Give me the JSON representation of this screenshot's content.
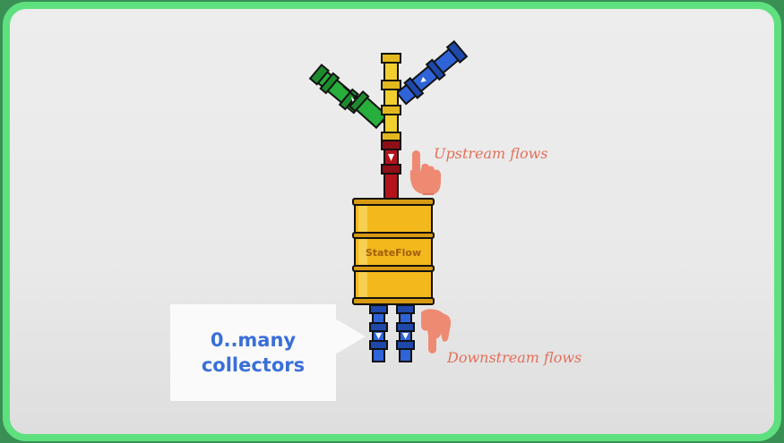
{
  "barrel": {
    "label": "StateFlow"
  },
  "annotations": {
    "upstream": "Upstream flows",
    "downstream": "Downstream flows"
  },
  "callout": {
    "line1": "0..many",
    "line2": "collectors"
  },
  "colors": {
    "frame_border": "#5fe07f",
    "background": "#ececec",
    "pipe_green": "#27ae3c",
    "pipe_yellow": "#f2cf2e",
    "pipe_blue": "#2f64d8",
    "pipe_red": "#b3141c",
    "barrel": "#f2b81c",
    "hand": "#ef8a72",
    "callout_text": "#3a6fd8",
    "label_text": "#e2705a"
  },
  "icons": [
    "pointing-hand-down-icon",
    "pointing-hand-down-icon",
    "arrow-down-icon"
  ]
}
